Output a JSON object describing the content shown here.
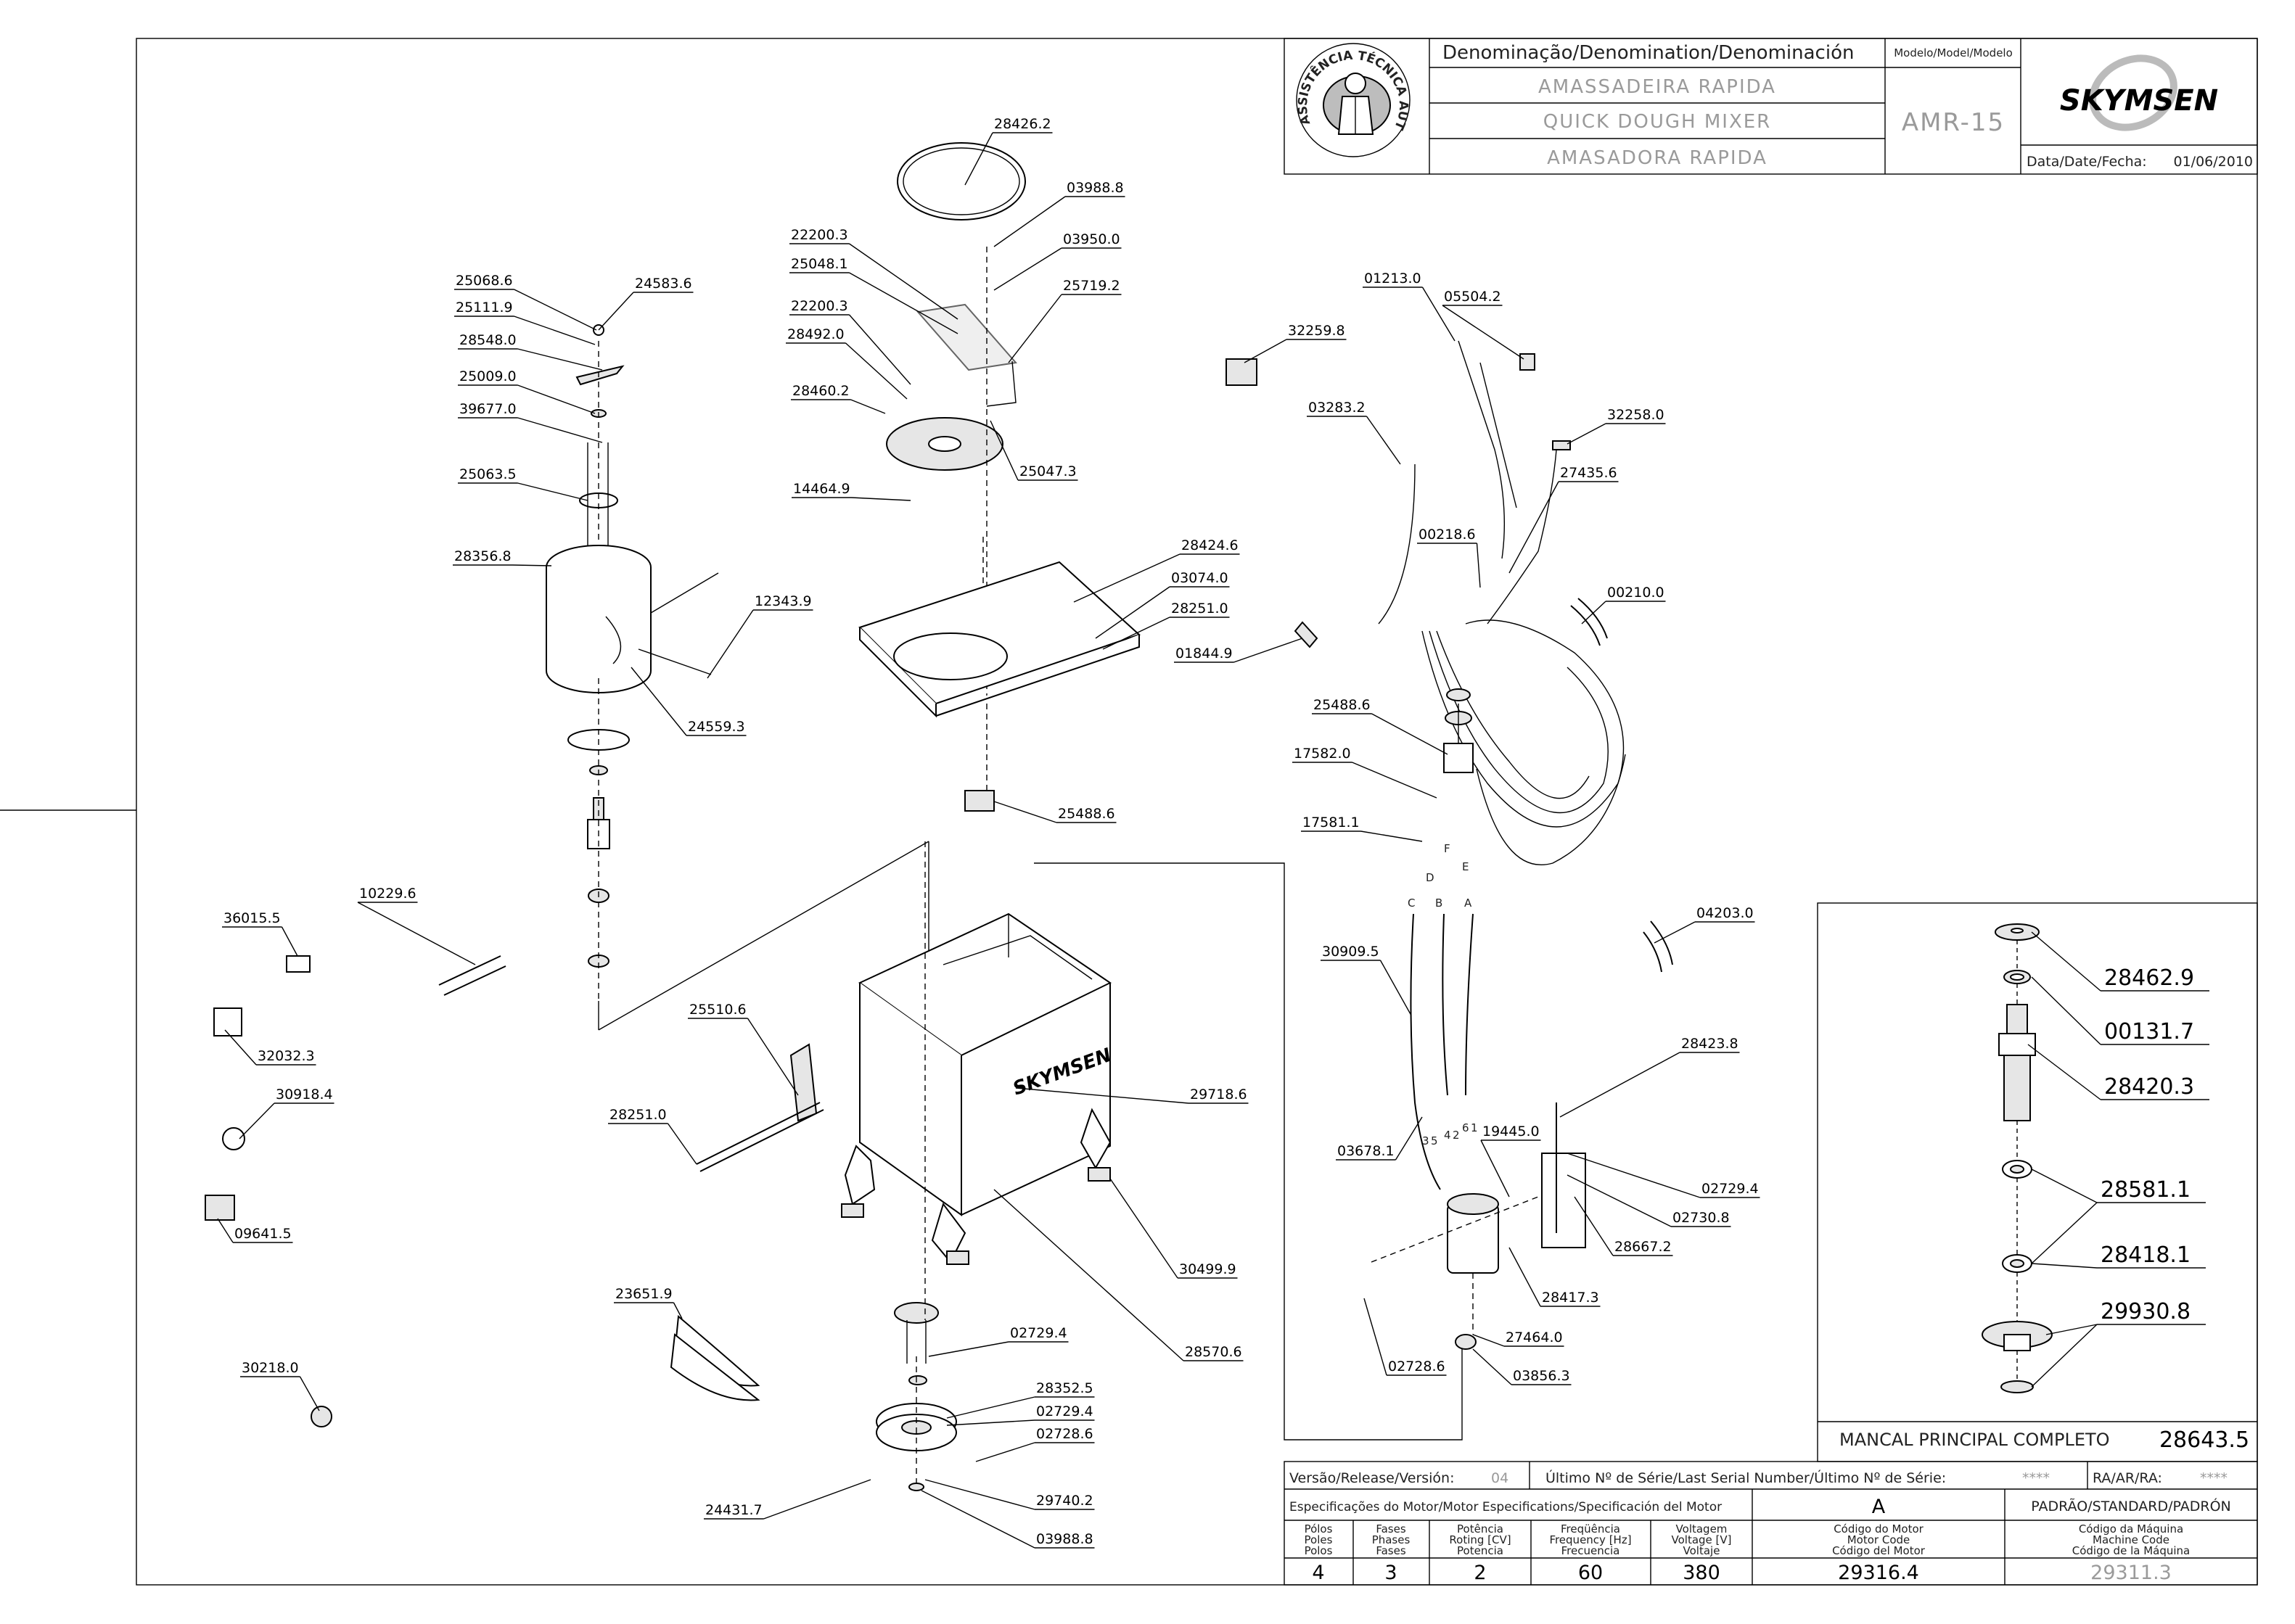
{
  "title_block": {
    "denomination_header": "Denominação/Denomination/Denominación",
    "names": [
      "AMASSADEIRA RAPIDA",
      "QUICK DOUGH MIXER",
      "AMASADORA RAPIDA"
    ],
    "model_header": "Modelo/Model/Modelo",
    "model": "AMR-15",
    "brand": "SKYMSEN",
    "date_label": "Data/Date/Fecha:",
    "date": "01/06/2010",
    "stamp_text": "ASSISTÊNCIA TÉCNICA AUTORIZADA"
  },
  "footer": {
    "version_label": "Versão/Release/Versión:",
    "version": "04",
    "serial_label": "Último Nº de Série/Last Serial Number/Último Nº de Série:",
    "serial": "****",
    "ra_label": "RA/AR/RA:",
    "ra": "****",
    "spec_header": "Especificações do Motor/Motor Especifications/Specificación del Motor",
    "variant": "A",
    "standard": "PADRÃO/STANDARD/PADRÓN",
    "columns": [
      "Pólos\nPoles\nPolos",
      "Fases\nPhases\nFases",
      "Potência\nRoting [CV]\nPotencia",
      "Freqüência\nFrequency [Hz]\nFrecuencia",
      "Voltagem\nVoltage [V]\nVoltaje",
      "Código do Motor\nMotor Code\nCódigo del Motor",
      "Código da Máquina\nMachine Code\nCódigo de la Máquina"
    ],
    "values": [
      "4",
      "3",
      "2",
      "60",
      "380",
      "29316.4",
      "29311.3"
    ]
  },
  "inset": {
    "title": "MANCAL PRINCIPAL COMPLETO",
    "code": "28643.5",
    "labels": [
      "28462.9",
      "00131.7",
      "28420.3",
      "28581.1",
      "28418.1",
      "29930.8"
    ]
  },
  "part_labels": [
    "28426.2",
    "03988.8",
    "22200.3",
    "03950.0",
    "25048.1",
    "25719.2",
    "22200.3",
    "28492.0",
    "28460.2",
    "25047.3",
    "14464.9",
    "25068.6",
    "24583.6",
    "25111.9",
    "28548.0",
    "25009.0",
    "39677.0",
    "25063.5",
    "28356.8",
    "12343.9",
    "24559.3",
    "28424.6",
    "03074.0",
    "28251.0",
    "01844.9",
    "25488.6",
    "01213.0",
    "05504.2",
    "32259.8",
    "03283.2",
    "32258.0",
    "27435.6",
    "00218.6",
    "00210.0",
    "25488.6",
    "17582.0",
    "17581.1",
    "04203.0",
    "30909.5",
    "28423.8",
    "03678.1",
    "19445.0",
    "02729.4",
    "02730.8",
    "28667.2",
    "28417.3",
    "27464.0",
    "02728.6",
    "03856.3",
    "36015.5",
    "10229.6",
    "32032.3",
    "30918.4",
    "09641.5",
    "30218.0",
    "25510.6",
    "28251.0",
    "29718.6",
    "30499.9",
    "28570.6",
    "23651.9",
    "02729.4",
    "28352.5",
    "02729.4",
    "02728.6",
    "24431.7",
    "29740.2",
    "03988.8"
  ],
  "wire_letters": [
    "C",
    "B",
    "A",
    "D",
    "F",
    "E",
    "3",
    "5",
    "4",
    "2",
    "6",
    "1"
  ]
}
